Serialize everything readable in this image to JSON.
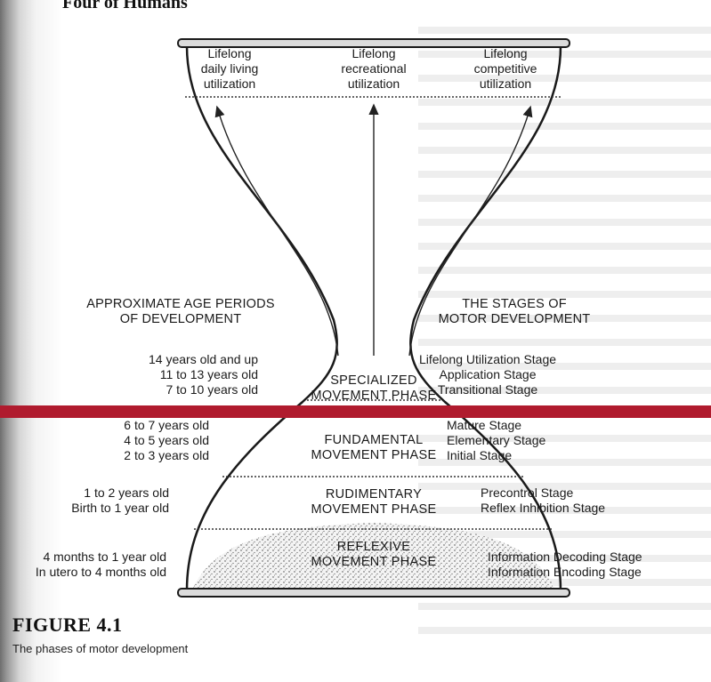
{
  "header_fragment": "Four of Humans",
  "top_uses": [
    "Lifelong\ndaily living\nutilization",
    "Lifelong\nrecreational\nutilization",
    "Lifelong\ncompetitive\nutilization"
  ],
  "left_heading": "APPROXIMATE AGE PERIODS\nOF DEVELOPMENT",
  "right_heading": "THE STAGES OF\nMOTOR DEVELOPMENT",
  "phases": [
    {
      "name": "SPECIALIZED\nMOVEMENT PHASE",
      "ages": "14 years old and up\n11 to 13 years old\n7 to 10 years old",
      "stages": "Lifelong Utilization Stage\nApplication Stage\nTransitional Stage"
    },
    {
      "name": "FUNDAMENTAL\nMOVEMENT PHASE",
      "ages": "6 to 7 years old\n4 to 5 years old\n2 to 3 years old",
      "stages": "Mature Stage\nElementary Stage\nInitial Stage"
    },
    {
      "name": "RUDIMENTARY\nMOVEMENT PHASE",
      "ages": "1 to 2 years old\nBirth to 1 year old",
      "stages": "Precontrol Stage\nReflex Inhibition Stage"
    },
    {
      "name": "REFLEXIVE\nMOVEMENT PHASE",
      "ages": "4 months to 1 year old\nIn utero to 4 months old",
      "stages": "Information Decoding Stage\nInformation Encoding Stage"
    }
  ],
  "figure": {
    "number": "FIGURE 4.1",
    "caption": "The phases of motor development"
  },
  "colors": {
    "highlight_bar": "#b01b2e",
    "ink": "#1a1a1a"
  }
}
